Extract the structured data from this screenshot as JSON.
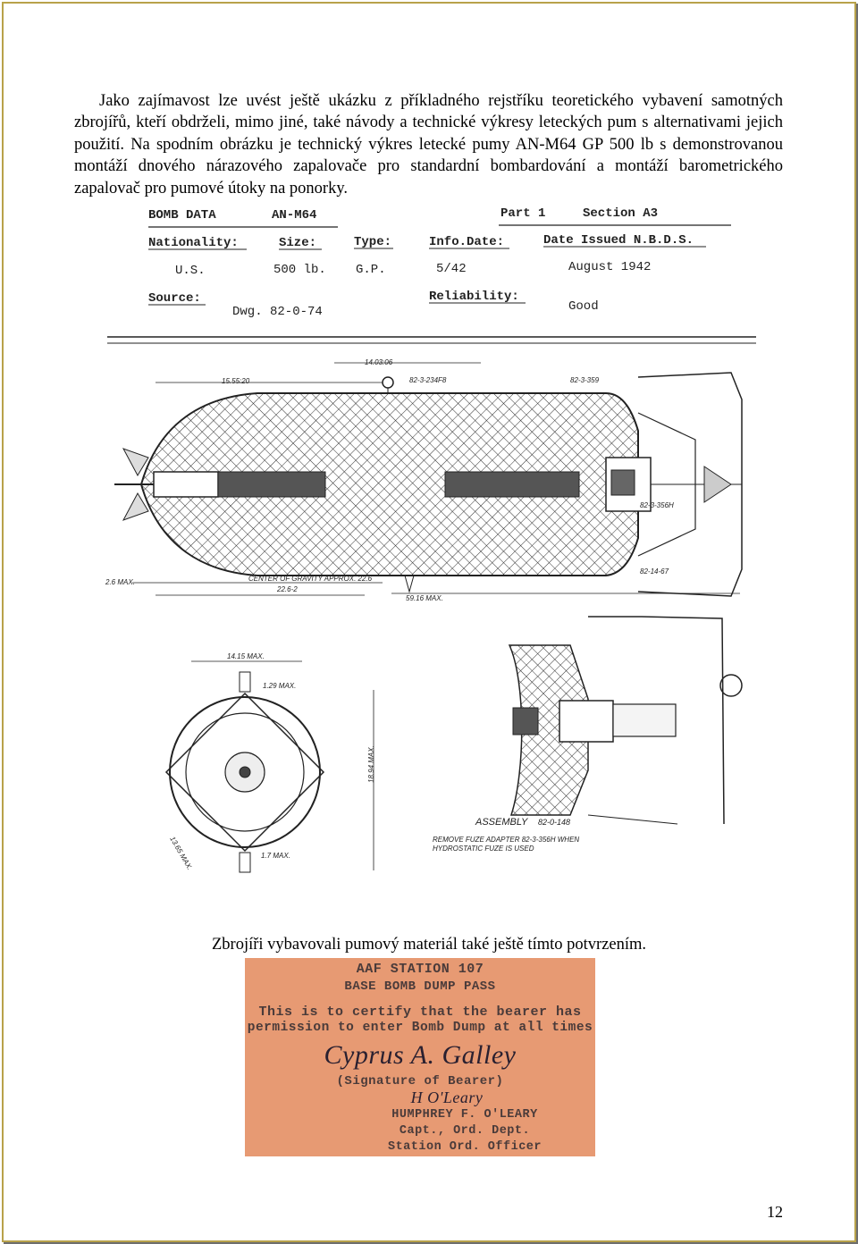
{
  "intro_paragraph": "Jako zajímavost lze uvést ještě ukázku z příkladného rejstříku teoretického vybavení samotných zbrojířů, kteří obdrželi, mimo jiné, také návody a technické výkresy leteckých pum s alternativami jejich použití. Na spodním obrázku je technický výkres letecké pumy AN-M64 GP 500 lb s demonstrovanou montáží dnového nárazového zapalovače pro standardní bombardování a montáží barometrického zapalovač pro pumové útoky na ponorky.",
  "bomb_data": {
    "title": "BOMB DATA",
    "designation": "AN-M64",
    "part": "Part 1",
    "section": "Section A3",
    "nationality_label": "Nationality:",
    "nationality": "U.S.",
    "size_label": "Size:",
    "size": "500 lb.",
    "type_label": "Type:",
    "type": "G.P.",
    "info_date_label": "Info.Date:",
    "info_date": "5/42",
    "date_issued_label": "Date Issued N.B.D.S.",
    "date_issued": "August 1942",
    "source_label": "Source:",
    "source": "Dwg. 82-0-74",
    "reliability_label": "Reliability:",
    "reliability": "Good"
  },
  "drawing_labels": {
    "dim_top": "14.03:06",
    "part_lug": "82-3-234F8",
    "dim_left": "15.55:20",
    "part_tail": "82-3-359",
    "part_fuze": "82-3-356H",
    "part_base": "82-14-67",
    "dim_tail_max": "2.6 MAX.",
    "cog": "CENTER OF GRAVITY APPROX. 22.6",
    "dim_cog": "22.6-2",
    "dim_len": "59.16 MAX.",
    "dim_width": "14.15 MAX.",
    "dim_lug": "1.29 MAX.",
    "dim_height": "18.94 MAX.",
    "dim_diag": "13.65 MAX.",
    "dim_bottom": "1.7 MAX.",
    "assembly": "ASSEMBLY",
    "assembly_num": "82-0-148",
    "remove_note_1": "REMOVE FUZE ADAPTER 82-3-356H WHEN",
    "remove_note_2": "HYDROSTATIC FUZE IS USED"
  },
  "caption": "Zbrojíři vybavovali pumový materiál také ještě tímto potvrzením.",
  "pass": {
    "line1": "AAF STATION 107",
    "line2": "BASE BOMB DUMP PASS",
    "line3": "This is to certify that the bearer has",
    "line4": "permission to enter Bomb Dump at all times",
    "signature": "Cyprus A. Galley",
    "line5": "(Signature of Bearer)",
    "officer_signature": "H O'Leary",
    "line6": "HUMPHREY F. O'LEARY",
    "line7": "Capt., Ord. Dept.",
    "line8": "Station Ord. Officer"
  },
  "page_number": "12",
  "colors": {
    "frame": "#b8a24a",
    "pass_bg": "#e79a73",
    "pass_ink": "#4a3b3a"
  }
}
